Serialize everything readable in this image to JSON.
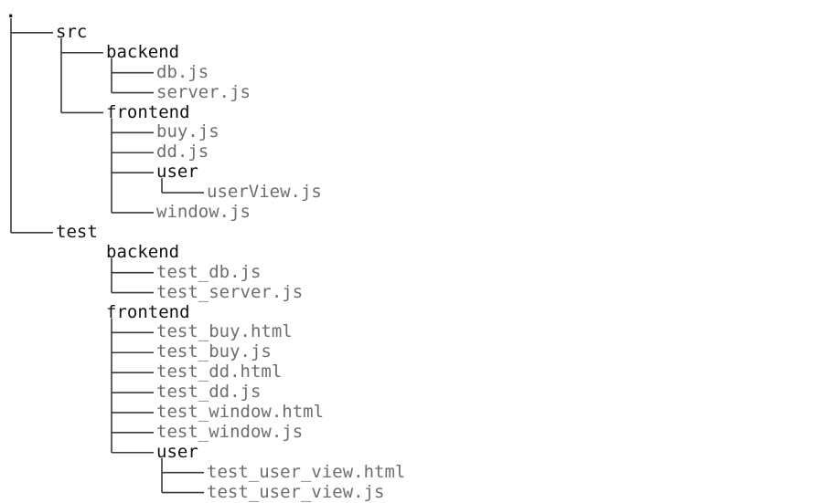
{
  "tree": {
    "name": ".",
    "type": "dir",
    "children": [
      {
        "name": "src",
        "type": "dir",
        "children": [
          {
            "name": "backend",
            "type": "dir",
            "children": [
              {
                "name": "db.js",
                "type": "file"
              },
              {
                "name": "server.js",
                "type": "file"
              }
            ]
          },
          {
            "name": "frontend",
            "type": "dir",
            "children": [
              {
                "name": "buy.js",
                "type": "file"
              },
              {
                "name": "dd.js",
                "type": "file"
              },
              {
                "name": "user",
                "type": "dir",
                "children": [
                  {
                    "name": "userView.js",
                    "type": "file"
                  }
                ]
              },
              {
                "name": "window.js",
                "type": "file"
              }
            ]
          }
        ]
      },
      {
        "name": "test",
        "type": "dir",
        "children": [
          {
            "name": "backend",
            "type": "dir",
            "connector": false,
            "children": [
              {
                "name": "test_db.js",
                "type": "file"
              },
              {
                "name": "test_server.js",
                "type": "file"
              }
            ]
          },
          {
            "name": "frontend",
            "type": "dir",
            "connector": false,
            "children": [
              {
                "name": "test_buy.html",
                "type": "file"
              },
              {
                "name": "test_buy.js",
                "type": "file"
              },
              {
                "name": "test_dd.html",
                "type": "file"
              },
              {
                "name": "test_dd.js",
                "type": "file"
              },
              {
                "name": "test_window.html",
                "type": "file"
              },
              {
                "name": "test_window.js",
                "type": "file"
              },
              {
                "name": "user",
                "type": "dir",
                "children": [
                  {
                    "name": "test_user_view.html",
                    "type": "file"
                  },
                  {
                    "name": "test_user_view.js",
                    "type": "file"
                  }
                ]
              }
            ]
          }
        ]
      }
    ]
  },
  "colors": {
    "directory_text": "#111111",
    "file_text": "#6e6e6e",
    "connector_line": "#3a3a3a",
    "background": "#ffffff"
  }
}
